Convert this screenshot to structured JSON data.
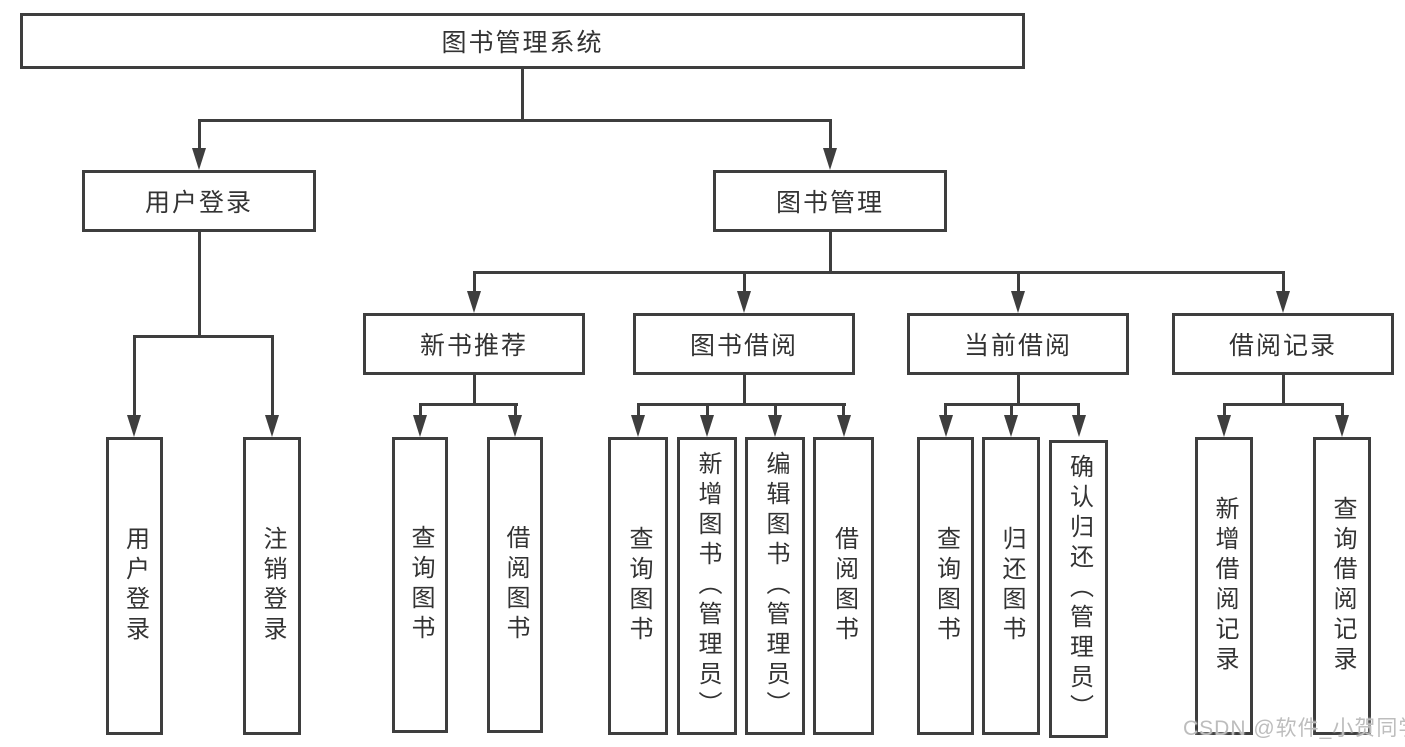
{
  "diagram": {
    "root": {
      "label": "图书管理系统"
    },
    "branches": [
      {
        "label": "用户登录",
        "children": [
          {
            "label": "用户登录"
          },
          {
            "label": "注销登录"
          }
        ]
      },
      {
        "label": "图书管理",
        "children": [
          {
            "label": "新书推荐",
            "children": [
              {
                "label": "查询图书"
              },
              {
                "label": "借阅图书"
              }
            ]
          },
          {
            "label": "图书借阅",
            "children": [
              {
                "label": "查询图书"
              },
              {
                "label": "新增图书（管理员）"
              },
              {
                "label": "编辑图书（管理员）"
              },
              {
                "label": "借阅图书"
              }
            ]
          },
          {
            "label": "当前借阅",
            "children": [
              {
                "label": "查询图书"
              },
              {
                "label": "归还图书"
              },
              {
                "label": "确认归还（管理员）"
              }
            ]
          },
          {
            "label": "借阅记录",
            "children": [
              {
                "label": "新增借阅记录"
              },
              {
                "label": "查询借阅记录"
              }
            ]
          }
        ]
      }
    ]
  },
  "watermark": {
    "text": "CSDN @软件_小贺同学"
  },
  "colors": {
    "line": "#3e3e3e",
    "text": "#333333",
    "watermark": "#bdbdbd",
    "background": "#ffffff"
  }
}
